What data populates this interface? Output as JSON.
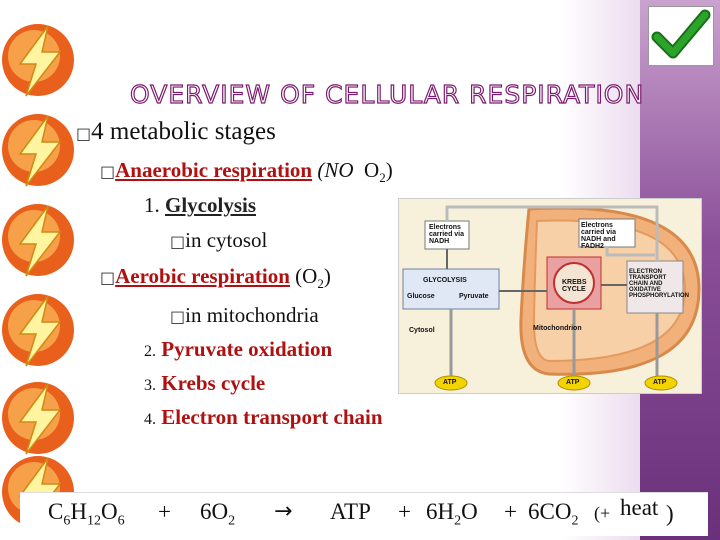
{
  "title": "OVERVIEW OF CELLULAR RESPIRATION",
  "bullets": {
    "stages": "4 metabolic stages",
    "anaerobic_label": "Anaerobic respiration",
    "anaerobic_note": "(NO",
    "o2": "O",
    "o2_sub": "2",
    "close_paren": ")",
    "glycolysis_num": "1.",
    "glycolysis": "Glycolysis",
    "cytosol": "in cytosol",
    "aerobic_label": "Aerobic respiration",
    "aerobic_open": "(O",
    "mitochondria": "in mitochondria",
    "pyruvate_num": "2.",
    "pyruvate": "Pyruvate oxidation",
    "krebs_num": "3.",
    "krebs": "Krebs cycle",
    "etc_num": "4.",
    "etc": "Electron transport chain"
  },
  "diagram": {
    "electrons_nadh": "Electrons carried via NADH",
    "electrons_fadh": "Electrons carried via NADH and FADH2",
    "glycolysis": "GLYCOLYSIS",
    "glucose": "Glucose",
    "pyruvate": "Pyruvate",
    "krebs": "KREBS CYCLE",
    "etc": "ELECTRON TRANSPORT CHAIN AND OXIDATIVE PHOSPHORYLATION",
    "cytosol": "Cytosol",
    "mitochondrion": "Mitochondrion",
    "atp1": "ATP",
    "atp2": "ATP",
    "atp3": "ATP"
  },
  "equation": {
    "c": "C",
    "c_sub": "6",
    "h": "H",
    "h_sub": "12",
    "o": "O",
    "o_sub": "6",
    "plus1": "+",
    "o2_coef": "6O",
    "o2_sub": "2",
    "arrow": "→",
    "atp": "ATP",
    "plus2": "+",
    "water": "6H",
    "water_sub": "2",
    "water_o": "O",
    "plus3": "+",
    "co2": "6CO",
    "co2_sub": "2",
    "heat_open": "(+",
    "heat": "heat",
    "heat_close": ")"
  },
  "colors": {
    "accent_red": "#b01010",
    "title_outline": "#7a1a6e",
    "bolt_orange": "#e8601c",
    "check_green": "#2aa52a"
  },
  "icons": [
    "lightning-bolt-icon",
    "checkmark-icon",
    "square-bullet-icon"
  ]
}
